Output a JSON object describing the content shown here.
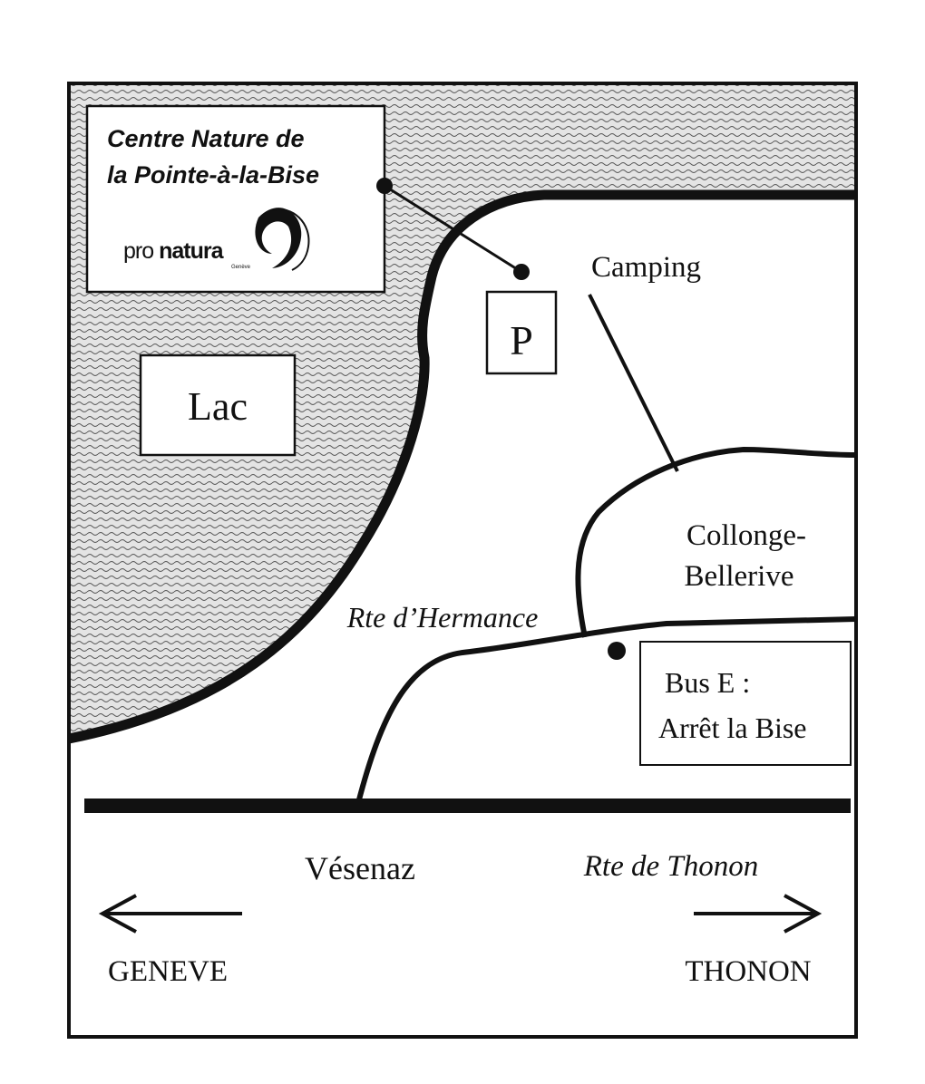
{
  "map": {
    "center_box": {
      "title_line1": "Centre Nature de",
      "title_line2": "la Pointe-à-la-Bise",
      "logo_text_light": "pro ",
      "logo_text_bold": "natura",
      "logo_subtext": "Genève"
    },
    "labels": {
      "lake": "Lac",
      "parking": "P",
      "camping": "Camping",
      "collonge_line1": "Collonge-",
      "collonge_line2": "Bellerive",
      "rte_hermance": "Rte d’Hermance",
      "bus_line1": "Bus E :",
      "bus_line2": "Arrêt la Bise",
      "vesenaz": "Vésenaz",
      "rte_thonon": "Rte de Thonon",
      "geneve": "GENEVE",
      "thonon": "THONON"
    },
    "colors": {
      "ink": "#111111",
      "paper": "#ffffff",
      "lake_fill": "#d9d9d9"
    },
    "icons": [
      "left-arrow-icon",
      "right-arrow-icon",
      "location-dot-icon"
    ]
  }
}
